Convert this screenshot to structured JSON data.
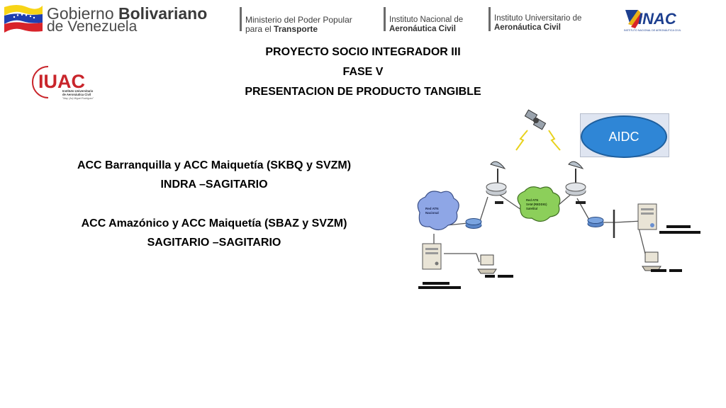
{
  "header": {
    "gobierno_line1_a": "Gobierno",
    "gobierno_line1_b": "Bolivariano",
    "gobierno_line2": "de Venezuela",
    "ministerio_line1": "Ministerio del Poder Popular",
    "ministerio_line2_a": "para el",
    "ministerio_line2_b": "Transporte",
    "inac_text_line1": "Instituto Nacional de",
    "inac_text_line2": "Aeronáutica Civil",
    "iuac_text_line1": "Instituto Universitario de",
    "iuac_text_line2": "Aeronáutica Civil",
    "inac_logo_text": "INAC",
    "inac_logo_caption": "INSTITUTO NACIONAL DE AERONÁUTICA CIVIL"
  },
  "titles": {
    "line1": "PROYECTO SOCIO INTEGRADOR  III",
    "line2": "FASE V",
    "line3": "PRESENTACION DE PRODUCTO TANGIBLE"
  },
  "iuac_logo": {
    "text": "IUAC",
    "caption_line1": "Instituto Universitario",
    "caption_line2": "de Aeronáutica Civil",
    "motto": "\"May. (Av) Miguel Rodríguez\""
  },
  "body": {
    "block1_line1": "ACC Barranquilla y ACC Maiquetía (SKBQ y SVZM)",
    "block1_line2": "INDRA –SAGITARIO",
    "block2_line1": "ACC Amazónico y ACC Maiquetía (SBAZ y SVZM)",
    "block2_line2": "SAGITARIO –SAGITARIO"
  },
  "diagram": {
    "aidc_label": "AIDC",
    "cloud_left_line1": "Red ATN",
    "cloud_left_line2": "Nacional",
    "cloud_center_line1": "Red ATN",
    "cloud_center_line2": "SAM (REDDIG)",
    "cloud_center_line3": "Satelital",
    "colors": {
      "cloud_left": "#8ea6e6",
      "cloud_center": "#8ccf5a",
      "aidc": "#2f86d6"
    }
  }
}
